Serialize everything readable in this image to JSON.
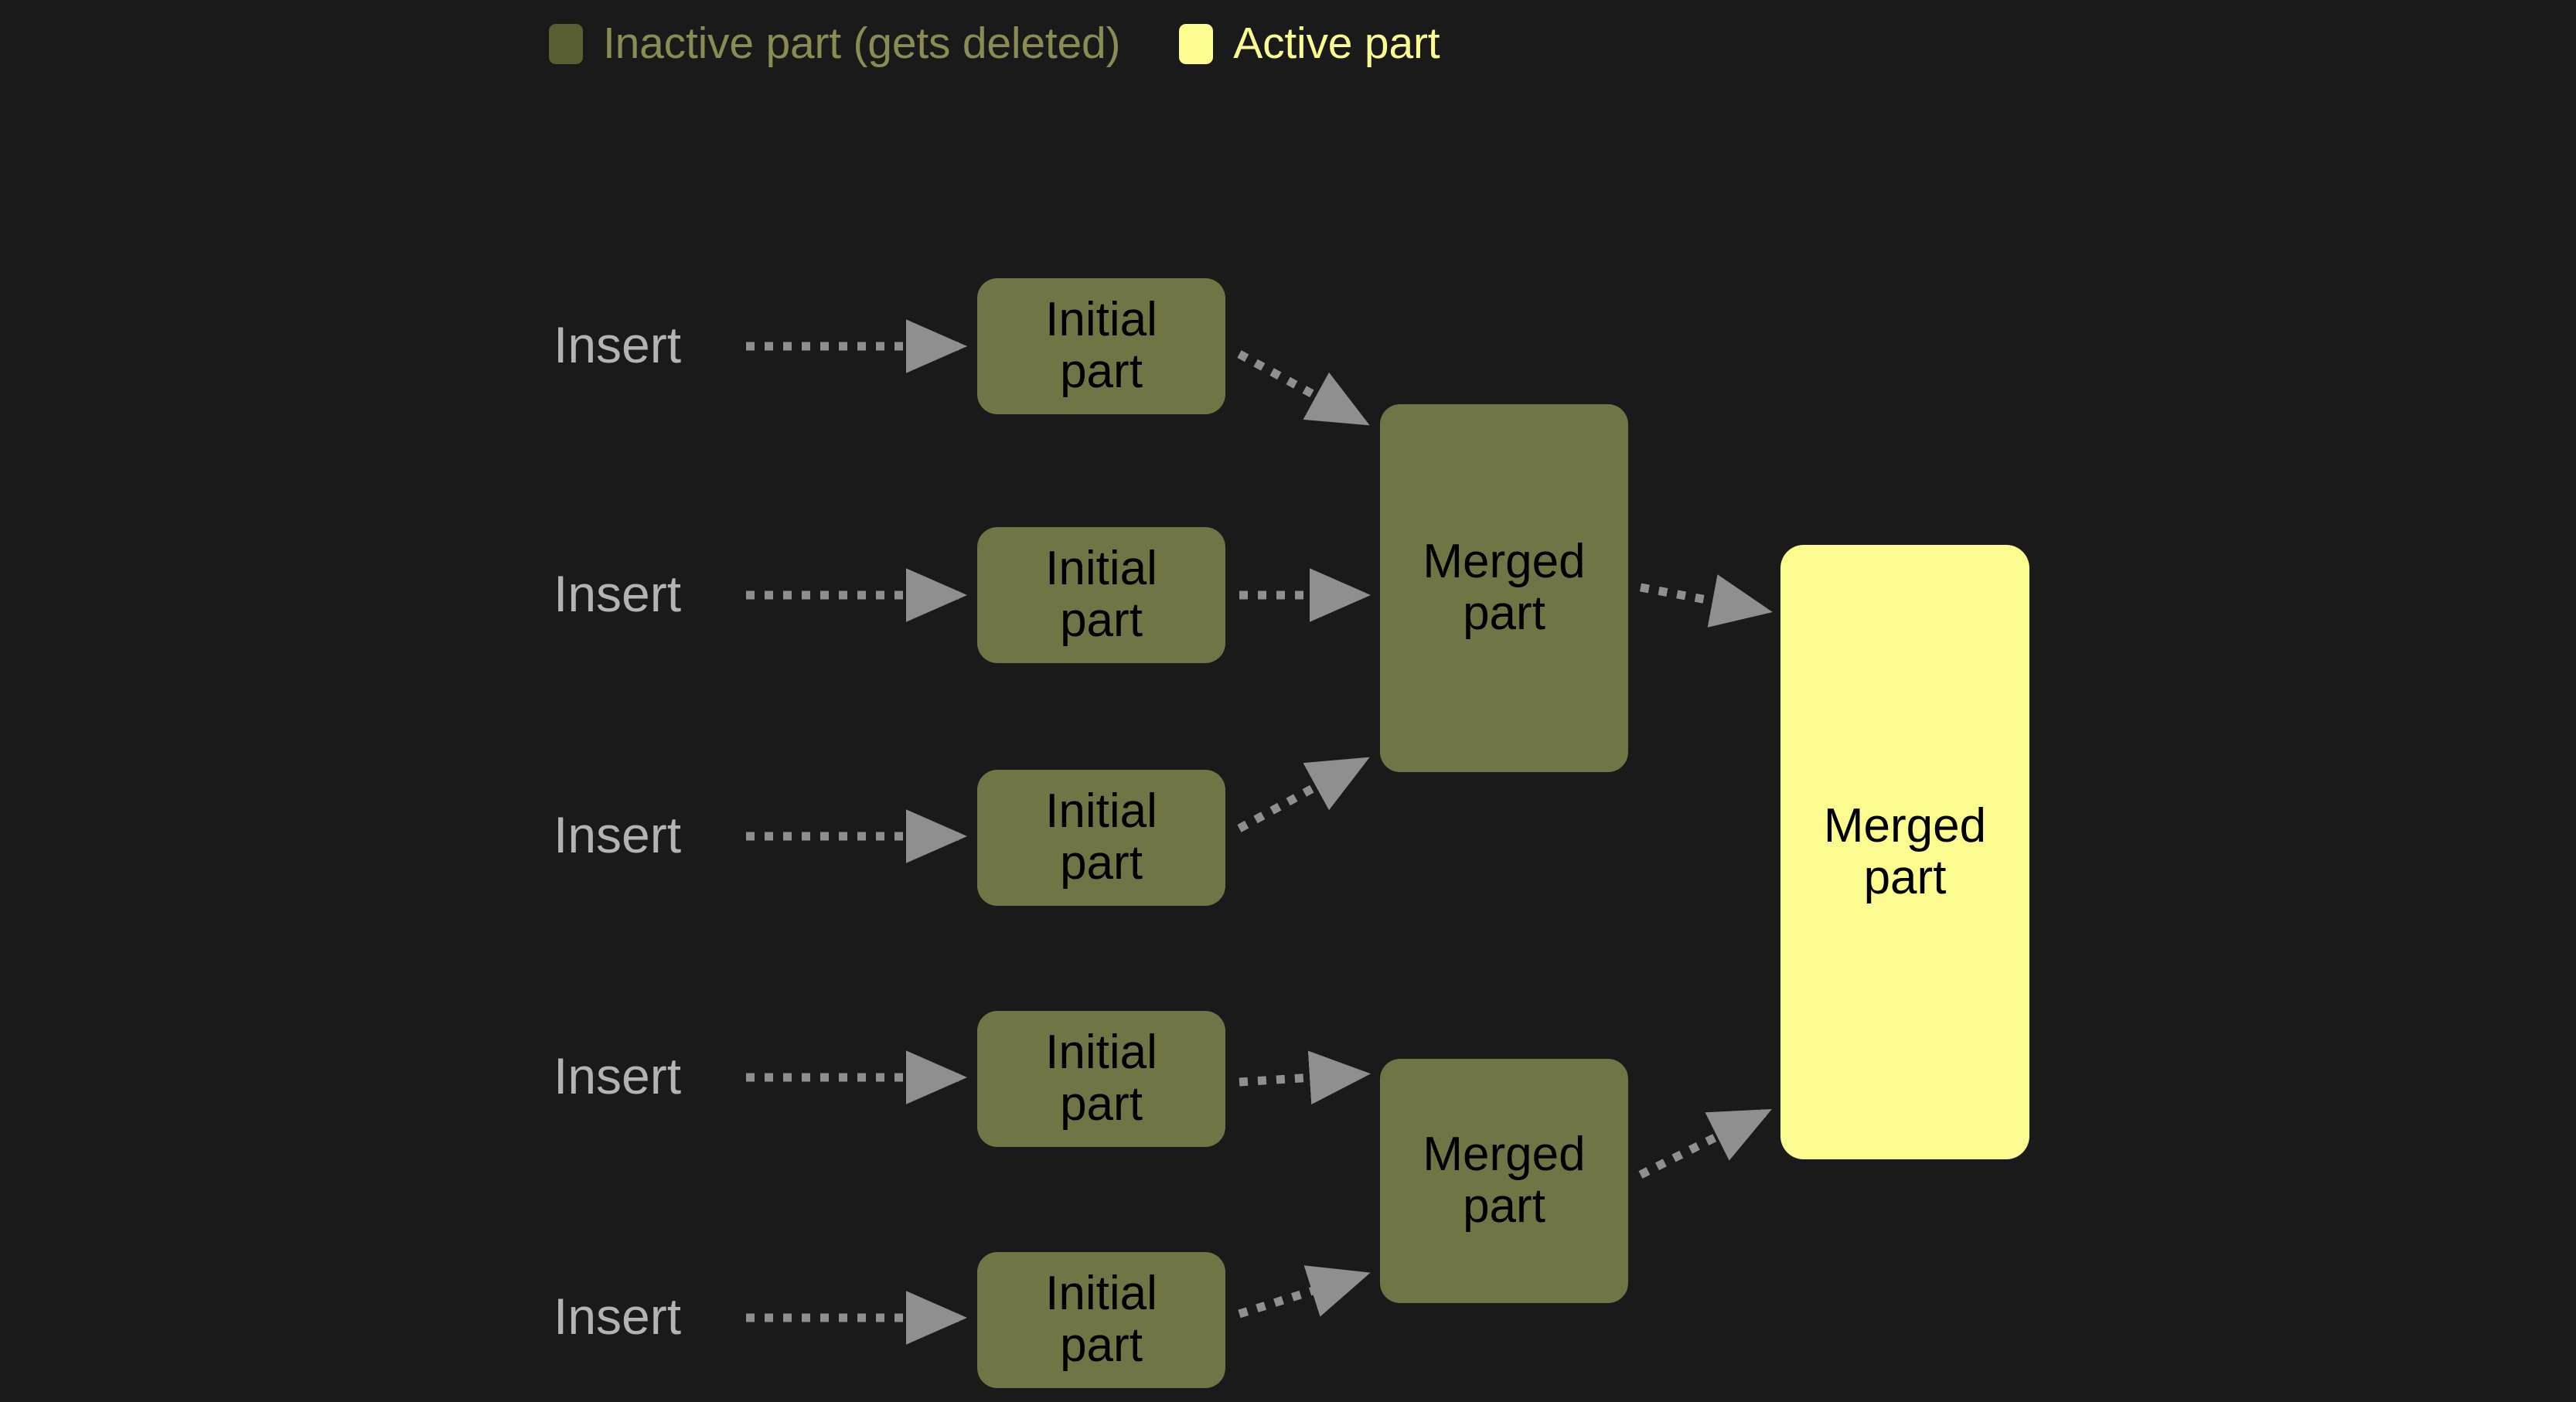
{
  "background_color": "#1a1a1a",
  "legend": {
    "items": [
      {
        "label": "Inactive part (gets deleted)",
        "color": "#5b5d33",
        "swatch_name": "inactive-part-swatch"
      },
      {
        "label": "Active part",
        "color": "#fcfc90",
        "swatch_name": "active-part-swatch"
      }
    ]
  },
  "colors": {
    "inactive_node": "#717546",
    "active_node": "#fbfb8f",
    "node_text": "#000000",
    "insert_text": "#b3b3b3",
    "arrow": "#8f8f8f"
  },
  "inserts": [
    {
      "label": "Insert"
    },
    {
      "label": "Insert"
    },
    {
      "label": "Insert"
    },
    {
      "label": "Insert"
    },
    {
      "label": "Insert"
    }
  ],
  "initial_parts": [
    {
      "label": "Initial\npart",
      "state": "inactive"
    },
    {
      "label": "Initial\npart",
      "state": "inactive"
    },
    {
      "label": "Initial\npart",
      "state": "inactive"
    },
    {
      "label": "Initial\npart",
      "state": "inactive"
    },
    {
      "label": "Initial\npart",
      "state": "inactive"
    }
  ],
  "merged_parts": [
    {
      "label": "Merged\npart",
      "state": "inactive"
    },
    {
      "label": "Merged\npart",
      "state": "inactive"
    }
  ],
  "final_part": {
    "label": "Merged\npart",
    "state": "active"
  }
}
